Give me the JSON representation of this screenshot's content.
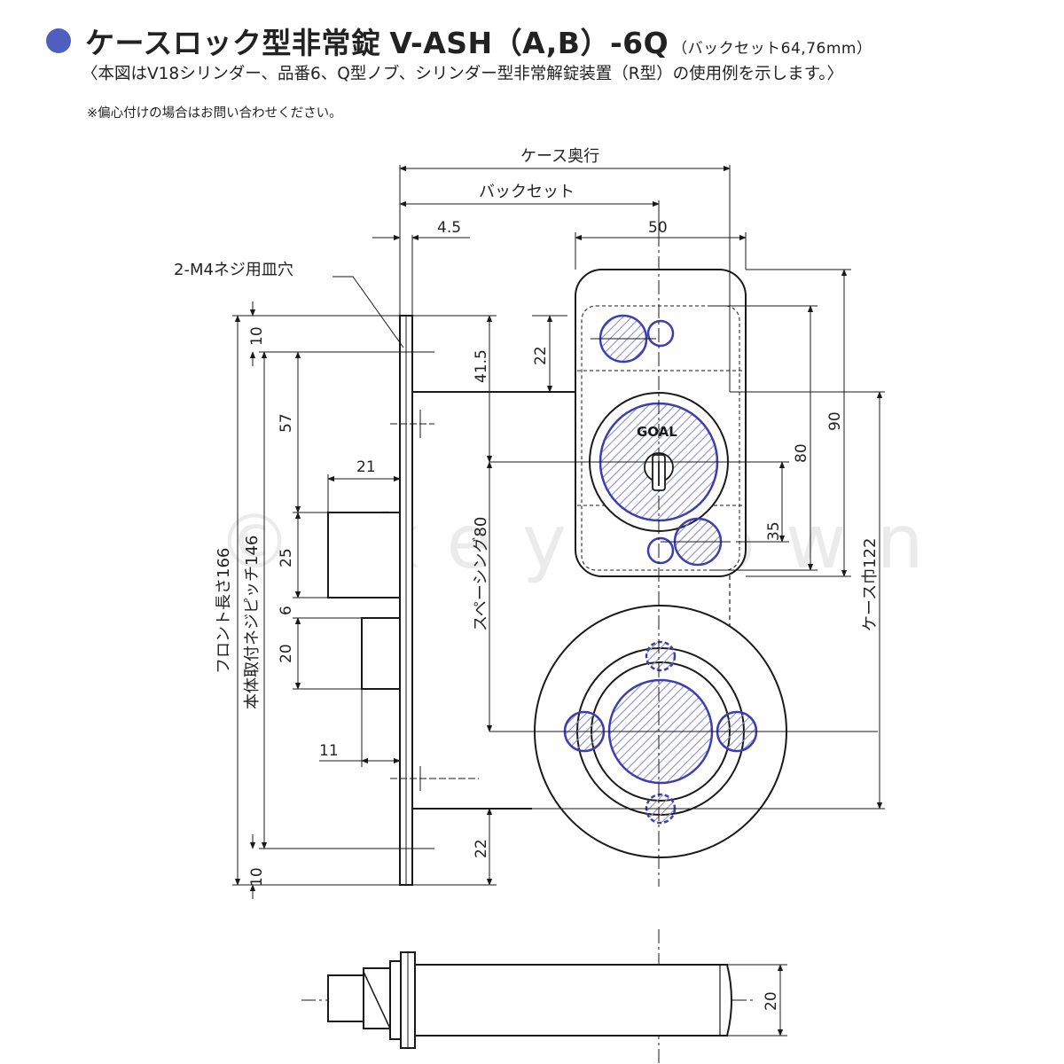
{
  "header": {
    "title": "ケースロック型非常錠",
    "model": "V-ASH（A,B）-6Q",
    "backset_note": "（バックセット64,76mm）",
    "subtitle": "〈本図はV18シリンダー、品番6、Q型ノブ、シリンダー型非常解錠装置（R型）の使用例を示します。〉",
    "note": "※偏心付けの場合はお問い合わせください。"
  },
  "drawing": {
    "labels": {
      "case_depth": "ケース奥行",
      "backset": "バックセット",
      "screw_hole": "2-M4ネジ用皿穴",
      "front_length": "フロント長さ166",
      "screw_pitch": "本体取付ネジピッチ146",
      "spacing": "スペーシング80",
      "case_width": "ケース巾122",
      "cylinder_brand": "GOAL"
    },
    "dims": {
      "d_4_5": "4.5",
      "d_50": "50",
      "d_41_5": "41.5",
      "d_22_top": "22",
      "d_10_top": "10",
      "d_57": "57",
      "d_21": "21",
      "d_25": "25",
      "d_6": "6",
      "d_20_left": "20",
      "d_11": "11",
      "d_22_bottom": "22",
      "d_10_bottom": "10",
      "d_90": "90",
      "d_80": "80",
      "d_35": "35",
      "d_20_side": "20"
    },
    "watermark": "© key town",
    "colors": {
      "line": "#1a1a1a",
      "accent": "#3d3fb0",
      "hatch": "#8a8fd0"
    }
  }
}
